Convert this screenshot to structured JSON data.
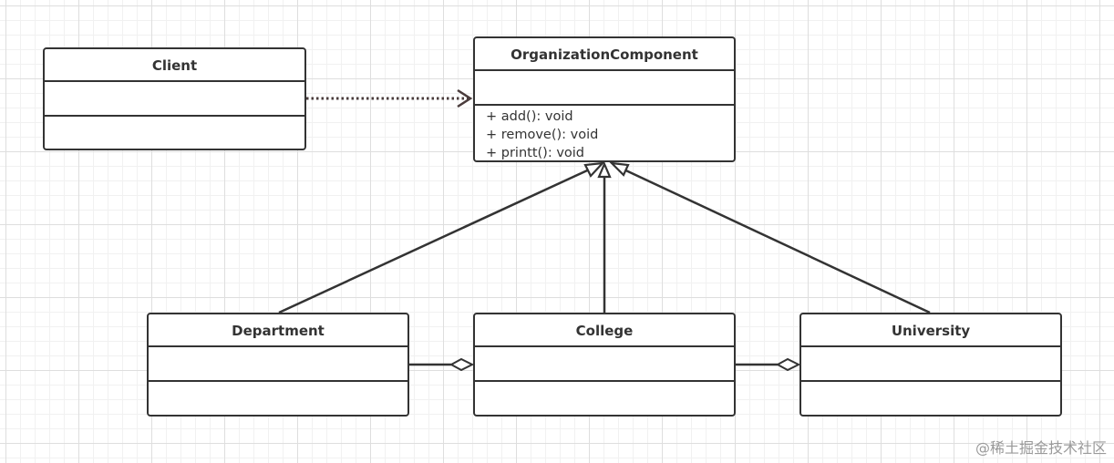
{
  "classes": {
    "client": {
      "name": "Client",
      "attributes": [],
      "operations": []
    },
    "organization_component": {
      "name": "OrganizationComponent",
      "attributes": [],
      "operations": [
        "+ add(): void",
        "+ remove(): void",
        "+ printt(): void"
      ]
    },
    "department": {
      "name": "Department",
      "attributes": [],
      "operations": []
    },
    "college": {
      "name": "College",
      "attributes": [],
      "operations": []
    },
    "university": {
      "name": "University",
      "attributes": [],
      "operations": []
    }
  },
  "relationships": [
    {
      "type": "dependency",
      "from": "Client",
      "to": "OrganizationComponent"
    },
    {
      "type": "generalization",
      "from": "Department",
      "to": "OrganizationComponent"
    },
    {
      "type": "generalization",
      "from": "College",
      "to": "OrganizationComponent"
    },
    {
      "type": "generalization",
      "from": "University",
      "to": "OrganizationComponent"
    },
    {
      "type": "aggregation",
      "from": "Department",
      "to": "College"
    },
    {
      "type": "aggregation",
      "from": "College",
      "to": "University"
    }
  ],
  "colors": {
    "stroke": "#333333",
    "dependency": "#4a3c3c",
    "grid": "#dedede",
    "watermark": "#9a9a9a"
  },
  "watermark": "@稀土掘金技术社区"
}
